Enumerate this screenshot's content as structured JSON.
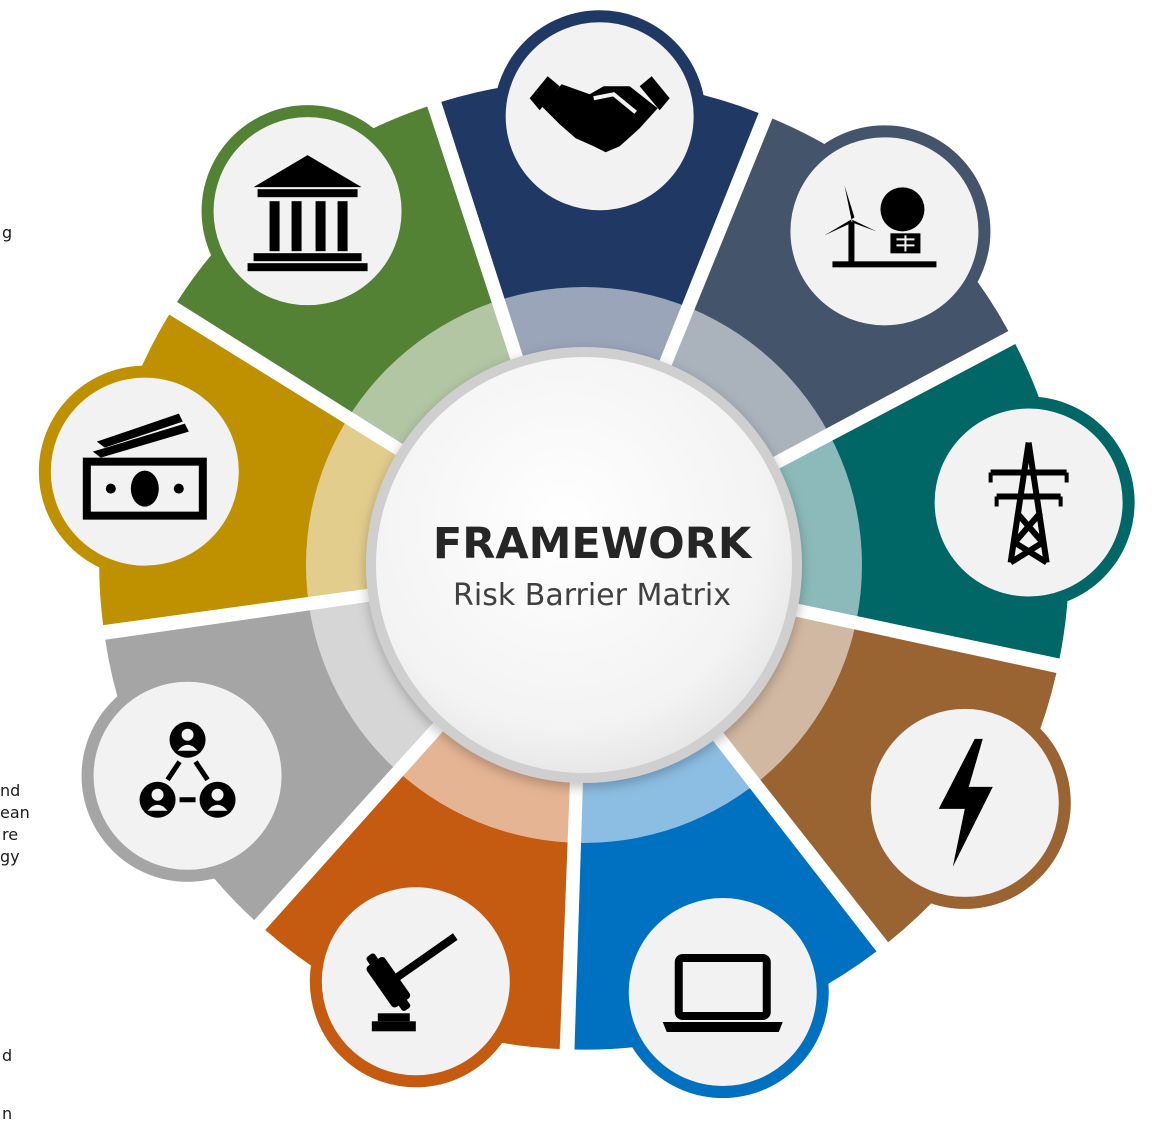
{
  "center": {
    "title": "FRAMEWORK",
    "subtitle": "Risk Barrier Matrix"
  },
  "side_text_fragments": [
    "g",
    "nd",
    "ean",
    "re",
    "gy",
    "d",
    "n"
  ],
  "segments": [
    {
      "name": "partnership",
      "icon": "handshake-icon",
      "color": "#1f3864"
    },
    {
      "name": "renewable-energy",
      "icon": "wind-solar-icon",
      "color": "#44546a"
    },
    {
      "name": "grid",
      "icon": "power-tower-icon",
      "color": "#006666"
    },
    {
      "name": "electricity",
      "icon": "lightning-bolt-icon",
      "color": "#9a6332"
    },
    {
      "name": "technology",
      "icon": "laptop-icon",
      "color": "#0070c0"
    },
    {
      "name": "legal",
      "icon": "gavel-icon",
      "color": "#c55a11"
    },
    {
      "name": "network",
      "icon": "people-network-icon",
      "color": "#a5a5a5"
    },
    {
      "name": "finance",
      "icon": "money-icon",
      "color": "#bf9000"
    },
    {
      "name": "government",
      "icon": "bank-building-icon",
      "color": "#548235"
    }
  ]
}
